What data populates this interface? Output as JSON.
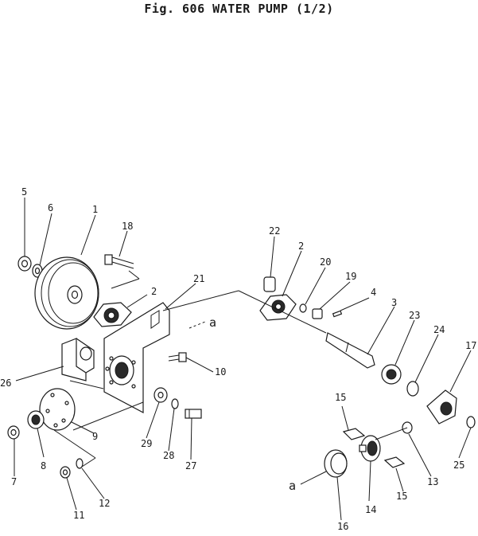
{
  "figure": {
    "title": "Fig. 606  WATER PUMP (1/2)"
  },
  "callouts": [
    {
      "id": "c5",
      "text": "5"
    },
    {
      "id": "c6",
      "text": "6"
    },
    {
      "id": "c1",
      "text": "1"
    },
    {
      "id": "c18",
      "text": "18"
    },
    {
      "id": "c2a",
      "text": "2"
    },
    {
      "id": "c21",
      "text": "21"
    },
    {
      "id": "c22",
      "text": "22"
    },
    {
      "id": "c2b",
      "text": "2"
    },
    {
      "id": "c20",
      "text": "20"
    },
    {
      "id": "c19",
      "text": "19"
    },
    {
      "id": "c4",
      "text": "4"
    },
    {
      "id": "c3",
      "text": "3"
    },
    {
      "id": "c23",
      "text": "23"
    },
    {
      "id": "c24",
      "text": "24"
    },
    {
      "id": "c17",
      "text": "17"
    },
    {
      "id": "c26",
      "text": "26"
    },
    {
      "id": "c10",
      "text": "10"
    },
    {
      "id": "c9",
      "text": "9"
    },
    {
      "id": "c29",
      "text": "29"
    },
    {
      "id": "c28",
      "text": "28"
    },
    {
      "id": "c27",
      "text": "27"
    },
    {
      "id": "c7",
      "text": "7"
    },
    {
      "id": "c8",
      "text": "8"
    },
    {
      "id": "c11",
      "text": "11"
    },
    {
      "id": "c12",
      "text": "12"
    },
    {
      "id": "c15a",
      "text": "15"
    },
    {
      "id": "c15b",
      "text": "15"
    },
    {
      "id": "c13",
      "text": "13"
    },
    {
      "id": "c25",
      "text": "25"
    },
    {
      "id": "c14",
      "text": "14"
    },
    {
      "id": "c16",
      "text": "16"
    },
    {
      "id": "ca1",
      "text": "a"
    },
    {
      "id": "ca2",
      "text": "a"
    }
  ]
}
